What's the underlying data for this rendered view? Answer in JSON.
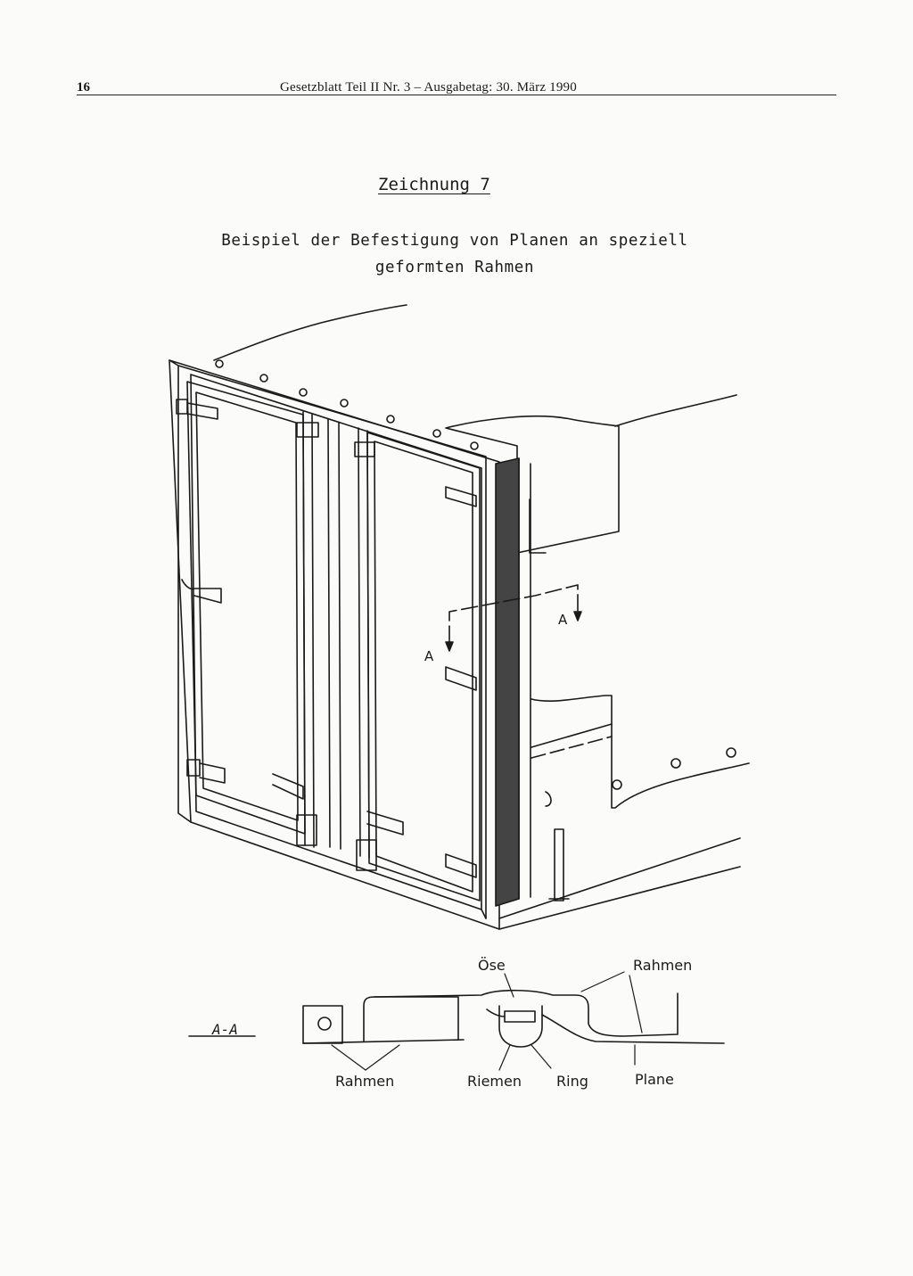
{
  "header": {
    "page_number": "16",
    "title": "Gesetzblatt Teil II Nr. 3 – Ausgabetag: 30. März 1990"
  },
  "drawing": {
    "title": "Zeichnung 7",
    "caption_line1": "Beispiel der Befestigung von Planen an speziell",
    "caption_line2": "geformten Rahmen"
  },
  "section_labels": {
    "a_left": "A",
    "a_right": "A"
  },
  "cross_section": {
    "label": "A-A",
    "oese": "Öse",
    "rahmen_top": "Rahmen",
    "rahmen_bottom": "Rahmen",
    "riemen": "Riemen",
    "ring": "Ring",
    "plane": "Plane"
  }
}
